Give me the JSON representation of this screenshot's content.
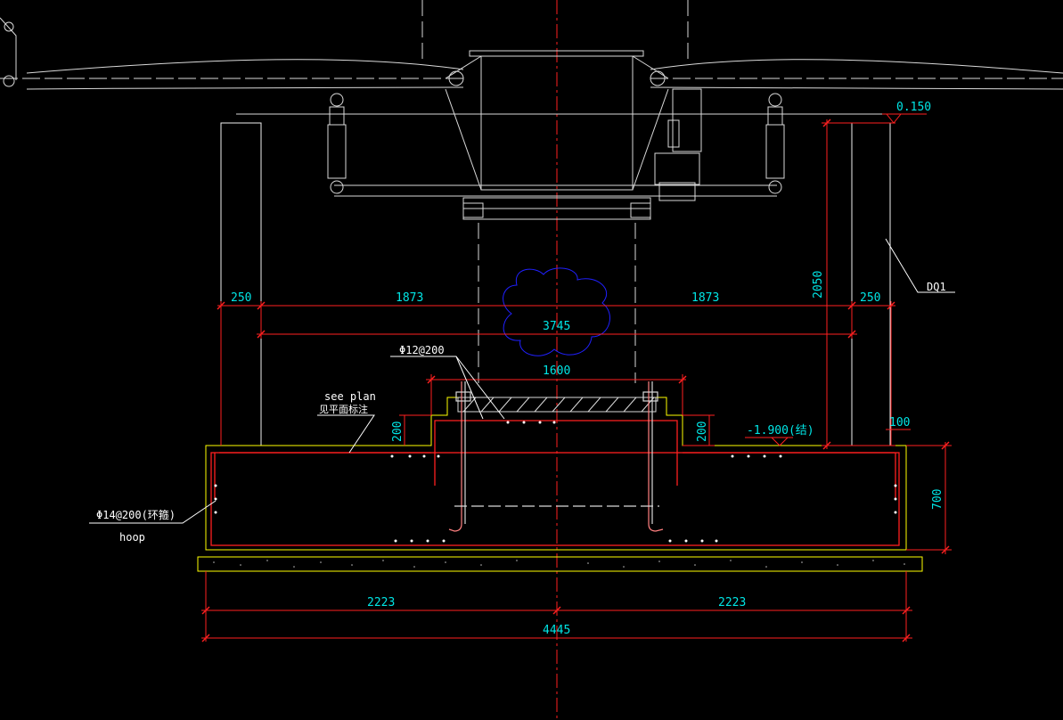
{
  "drawing": {
    "colors": {
      "background": "#000000",
      "machine": "#d9d9d9",
      "wall": "#f0f0f0",
      "foundation": "#ffff00",
      "rebar": "#ff2020",
      "dimension": "#ff2020",
      "dimension_text": "#00e5e5",
      "cloud": "#2020ff",
      "centerline": "#ff2020"
    },
    "labels": {
      "elev_top": "0.150",
      "elev_bottom": "-1.900(结)",
      "wall_tag": "DQ1",
      "rebar_top": "Φ12@200",
      "see_plan": "see plan",
      "see_plan_cn": "见平面标注",
      "hoop_spec": "Φ14@200(环箍)",
      "hoop": "hoop"
    },
    "dimensions": {
      "wall_left": "250",
      "half_left": "1873",
      "half_right": "1873",
      "wall_right": "250",
      "inner_span": "3745",
      "pedestal": "1600",
      "height_total": "2050",
      "step_left": "200",
      "step_right": "200",
      "edge": "100",
      "slab_thickness": "700",
      "base_left": "2223",
      "base_right": "2223",
      "base_total": "4445"
    }
  }
}
